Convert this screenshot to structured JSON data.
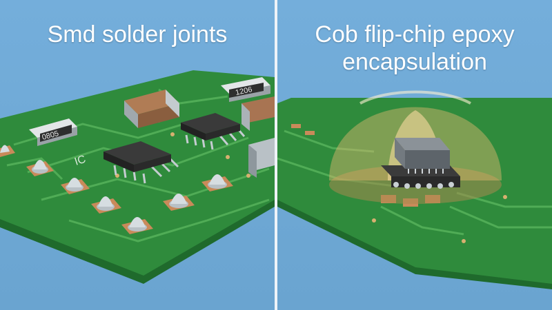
{
  "left_panel": {
    "title": "Smd solder joints",
    "component_labels": {
      "resistor_top": "1206",
      "resistor_left": "0805",
      "ic_marking": "IC"
    }
  },
  "right_panel": {
    "title_line1": "Cob flip-chip epoxy",
    "title_line2": "encapsulation"
  },
  "colors": {
    "background": "#6aa4d0",
    "pcb_green": "#2f8b3c",
    "pcb_edge": "#1f6a2c",
    "copper": "#c98a5a",
    "epoxy": "#e2b86e"
  }
}
